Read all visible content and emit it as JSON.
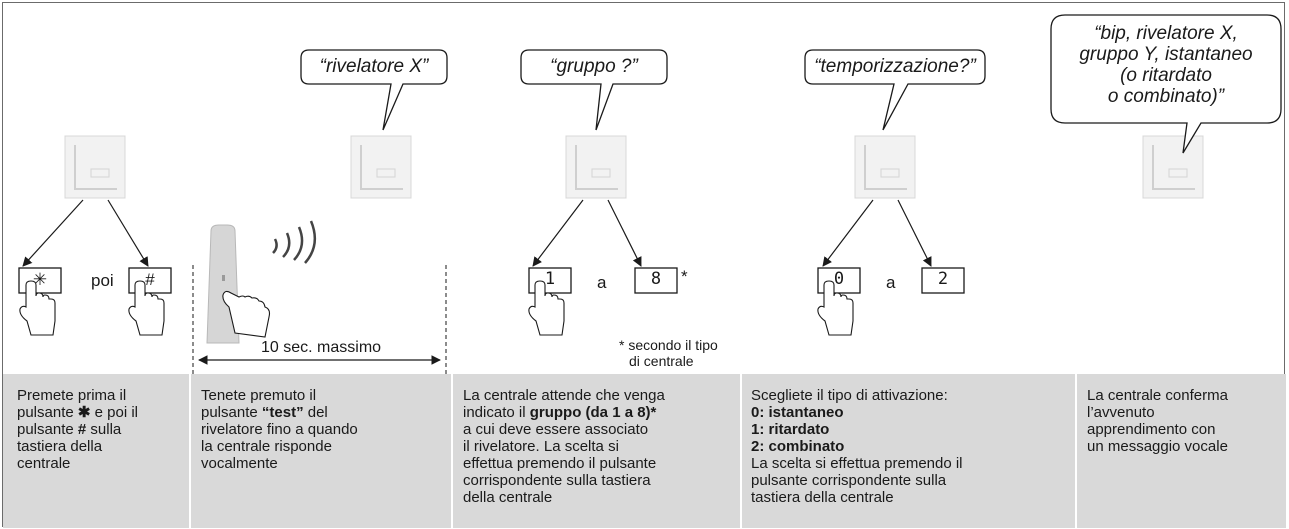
{
  "bubbles": {
    "b1": "“rivelatore X”",
    "b2": "“gruppo ?”",
    "b3": "“temporizzazione?”",
    "b4_line1": "“bip, rivelatore X,",
    "b4_line2": "gruppo Y, istantaneo",
    "b4_line3": "(o ritardato",
    "b4_line4": "o combinato)”"
  },
  "keys": {
    "star": "✳",
    "hash": "#",
    "poi": "poi",
    "one": "1",
    "a1": "a",
    "eight": "8",
    "asterisk": "*",
    "zero": "0",
    "a2": "a",
    "two": "2"
  },
  "notes": {
    "timer": "10 sec. massimo",
    "footnote_line1": "* secondo il tipo",
    "footnote_line2": "di centrale"
  },
  "steps": {
    "s1": {
      "p1": "Premete prima il",
      "p2": "pulsante ",
      "p2b": "✱",
      "p3": " e poi il",
      "p4": "pulsante ",
      "p4b": "#",
      "p5": " sulla",
      "p6": "tastiera della",
      "p7": "centrale"
    },
    "s2": {
      "l1": "Tenete premuto il",
      "l2a": "pulsante ",
      "l2b": "“test”",
      "l2c": " del",
      "l3": "rivelatore fino a quando",
      "l4": "la centrale risponde",
      "l5": "vocalmente"
    },
    "s3": {
      "l1": "La centrale attende che venga",
      "l2a": "indicato il ",
      "l2b": "gruppo (da 1 a 8)*",
      "l3": "a cui deve essere associato",
      "l4": "il rivelatore. La scelta si",
      "l5": "effettua premendo il pulsante",
      "l6": "corrispondente sulla tastiera",
      "l7": "della centrale"
    },
    "s4": {
      "l1": "Scegliete il tipo di attivazione:",
      "l2": "0: istantaneo",
      "l3": "1: ritardato",
      "l4": "2: combinato",
      "l5": "La scelta si effettua premendo il",
      "l6": "pulsante corrispondente sulla",
      "l7": "tastiera della centrale"
    },
    "s5": {
      "l1": "La centrale conferma",
      "l2": "l’avvenuto",
      "l3": "apprendimento con",
      "l4": "un messaggio vocale"
    }
  },
  "colors": {
    "panel": "#d9d9d9",
    "line": "#1a1a1a",
    "bubble_fill": "#ffffff"
  }
}
